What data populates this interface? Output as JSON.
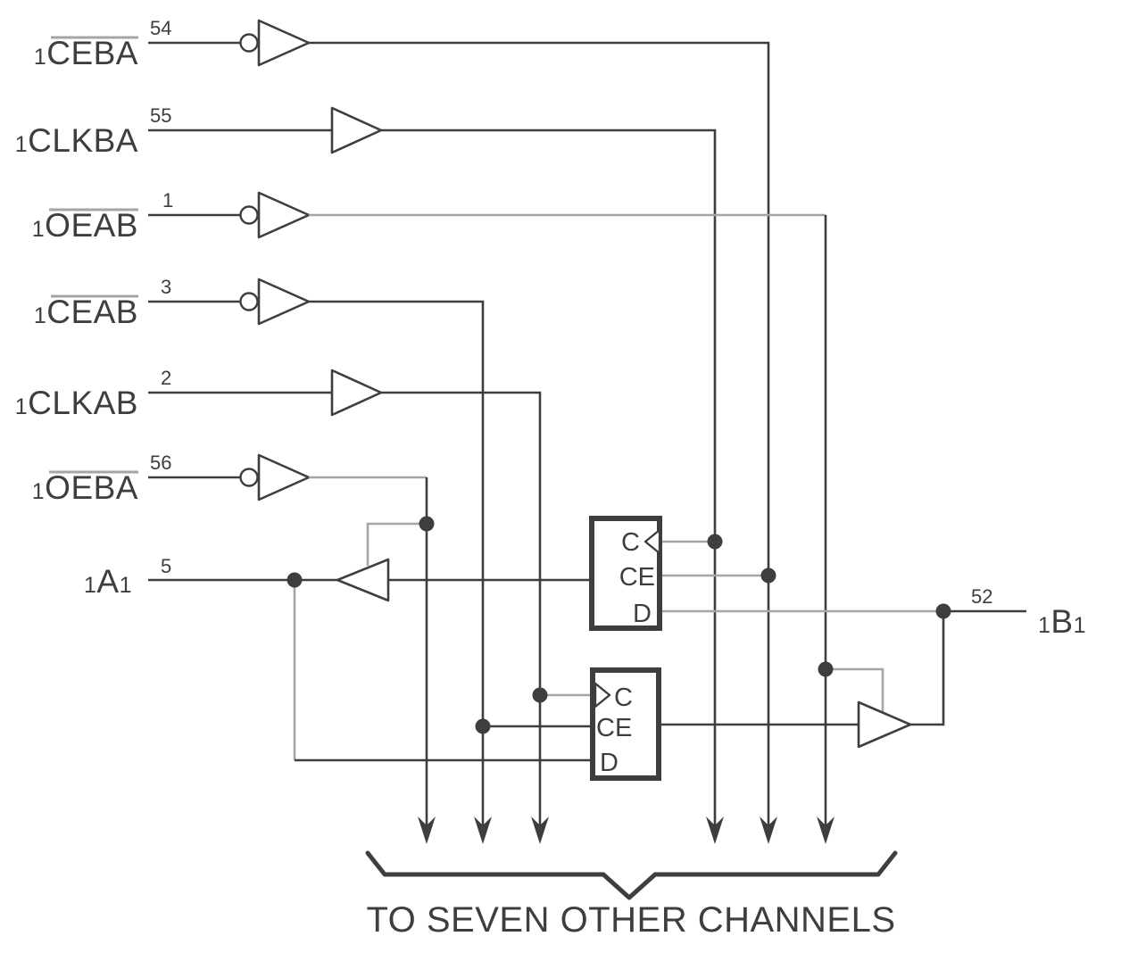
{
  "diagram": {
    "caption": "TO SEVEN OTHER CHANNELS",
    "inputs": [
      {
        "prefix": "1",
        "name": "CEBA",
        "pin": "54",
        "overline": true,
        "inverting": true
      },
      {
        "prefix": "1",
        "name": "CLKBA",
        "pin": "55",
        "overline": false,
        "inverting": false
      },
      {
        "prefix": "1",
        "name": "OEAB",
        "pin": "1",
        "overline": true,
        "inverting": true
      },
      {
        "prefix": "1",
        "name": "CEAB",
        "pin": "3",
        "overline": true,
        "inverting": true
      },
      {
        "prefix": "1",
        "name": "CLKAB",
        "pin": "2",
        "overline": false,
        "inverting": false
      },
      {
        "prefix": "1",
        "name": "OEBA",
        "pin": "56",
        "overline": true,
        "inverting": true
      }
    ],
    "port_a": {
      "prefix": "1",
      "name": "A",
      "suffix": "1",
      "pin": "5"
    },
    "port_b": {
      "prefix": "1",
      "name": "B",
      "suffix": "1",
      "pin": "52"
    },
    "registers": {
      "upper": {
        "clock": "C",
        "clock_enable": "CE",
        "data": "D"
      },
      "lower": {
        "clock": "C",
        "clock_enable": "CE",
        "data": "D"
      }
    },
    "colors": {
      "line": "#3e3e3e",
      "muted": "#a5a5a5",
      "background": "#ffffff"
    }
  }
}
